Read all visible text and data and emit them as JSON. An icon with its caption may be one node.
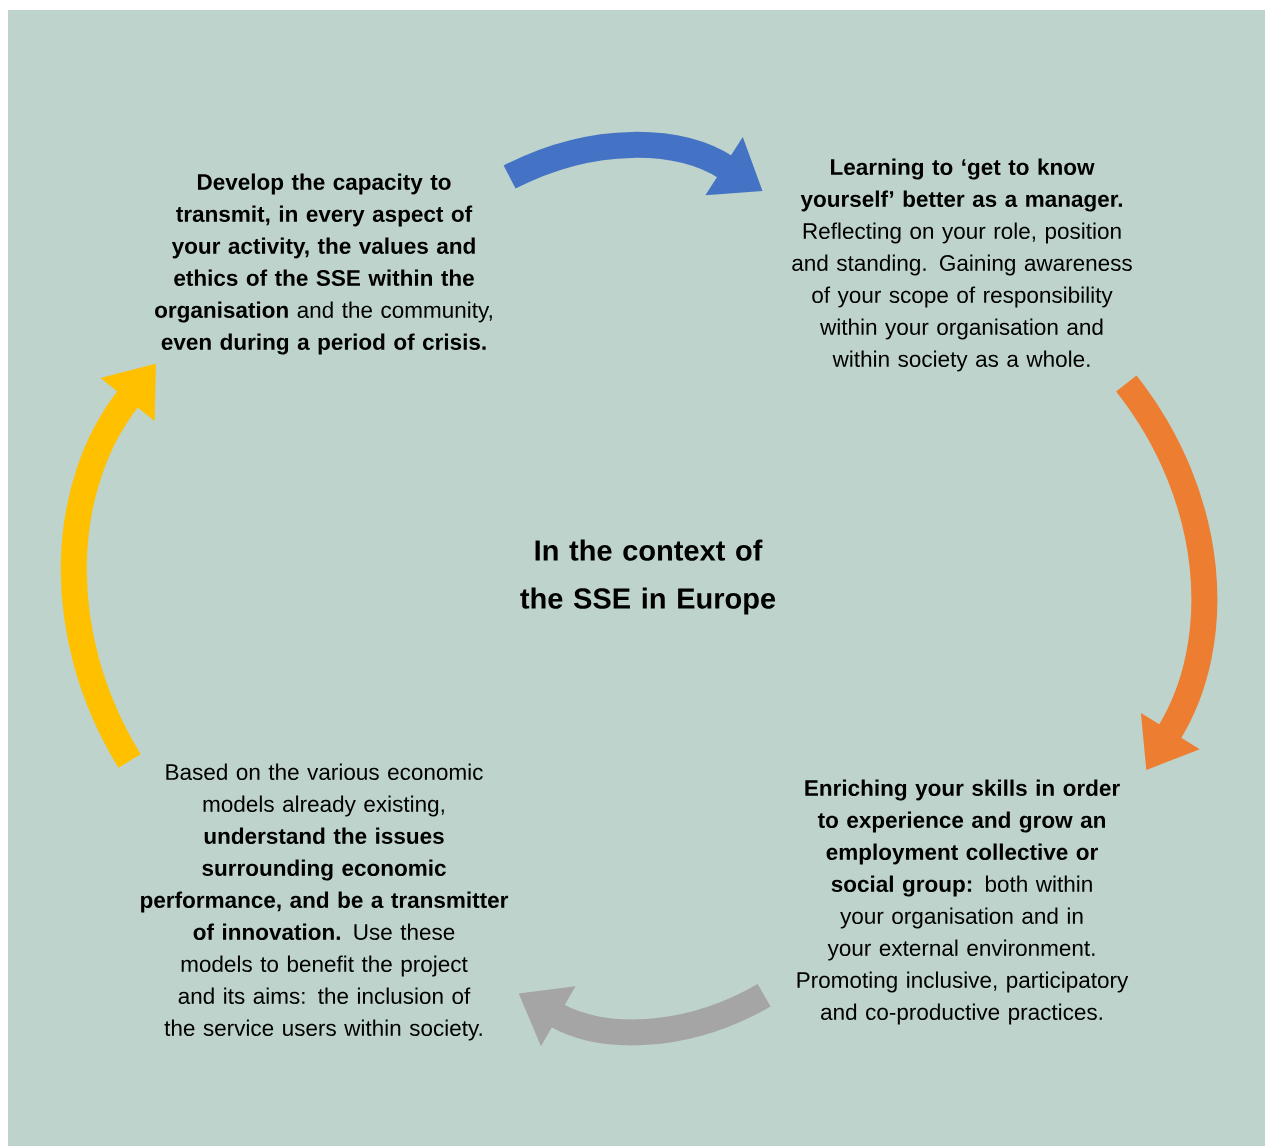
{
  "diagram": {
    "nodes": [
      {
        "text": [
          "**Develop the capacity to transmit, in every aspect of your activity, the values and ethics of the SSE within the organisation** and the community, **even during a period of crisis.**"
        ]
      },
      {
        "text": [
          "Learning to ‘get to know yourself’ better as a manager.",
          "Reflecting on your role, position and standing. Gaining awareness of your scope of responsibility within your organisation and within society as a whole."
        ]
      },
      {
        "text": [
          "**Enriching your skills in order to experience and grow an employment collective or social group:** both within your organisation and in your external environment. Promoting inclusive, participatory and co-productive practices."
        ]
      },
      {
        "text": [
          "Based on the various economic models already existing, **understand the issues surrounding economic performance, and be a transmitter of innovation.** Use these models to benefit the project and its aims: the inclusion of the service users within society."
        ]
      }
    ],
    "edges": [
      {
        "from": 0,
        "to": 1,
        "arrow": "to",
        "color": "#4472c4"
      },
      {
        "from": 1,
        "to": 2,
        "arrow": "to",
        "color": "#ed7d31"
      },
      {
        "from": 2,
        "to": 3,
        "arrow": "to",
        "color": "#a5a5a5"
      },
      {
        "from": 3,
        "to": 0,
        "arrow": "to",
        "color": "#ffc000"
      }
    ],
    "labels": [
      "In the context of the SSE in Europe"
    ]
  }
}
